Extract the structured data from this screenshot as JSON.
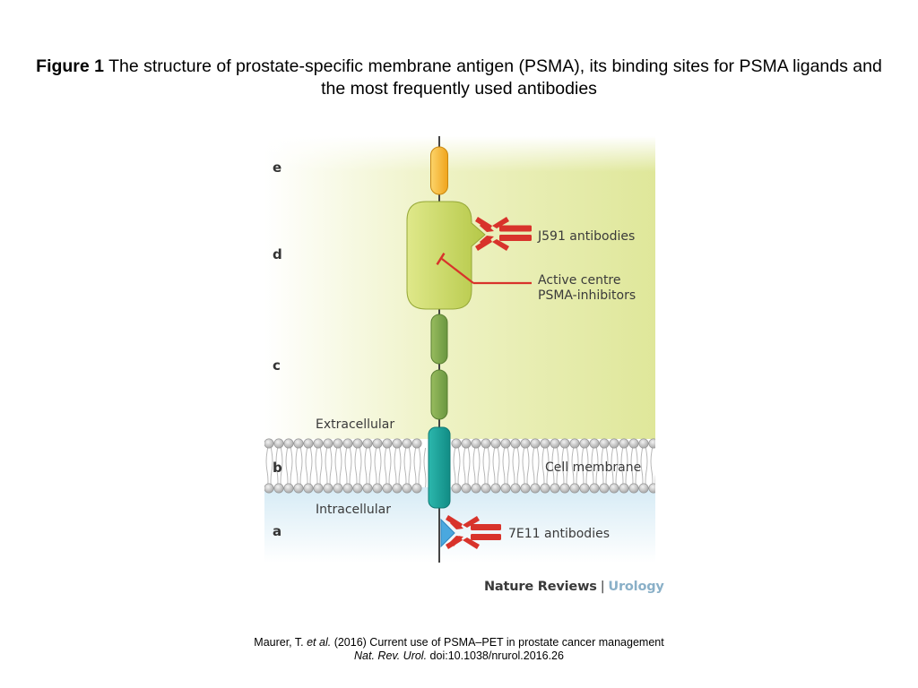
{
  "title": {
    "figure_label": "Figure 1",
    "text": " The structure of prostate-specific membrane antigen (PSMA), its binding sites for PSMA ligands and the most frequently used antibodies"
  },
  "figure": {
    "domain_letters": [
      "e",
      "d",
      "c",
      "b",
      "a"
    ],
    "labels": {
      "j591": "J591 antibodies",
      "active_line1": "Active centre",
      "active_line2": "PSMA-inhibitors",
      "extracellular": "Extracellular",
      "cell_membrane": "Cell membrane",
      "intracellular": "Intracellular",
      "e7e11": "7E11 antibodies"
    },
    "colors": {
      "domain_e": "#f6b52c",
      "domain_d": "#c7d655",
      "domain_c": "#7ba248",
      "domain_b": "#1aa29a",
      "domain_a": "#4aa8df",
      "antibody": "#d8332b",
      "extracellular_bg": "#e6eca8",
      "intracellular_bg": "#ddeef6"
    }
  },
  "brand": {
    "left": "Nature Reviews",
    "separator": "|",
    "right": "Urology"
  },
  "citation": {
    "line1_authors": "Maurer, T. ",
    "line1_etal": "et al.",
    "line1_rest": " (2016) Current use of PSMA–PET in prostate cancer management",
    "line2_journal": "Nat. Rev. Urol.",
    "line2_doi": " doi:10.1038/nrurol.2016.26"
  }
}
